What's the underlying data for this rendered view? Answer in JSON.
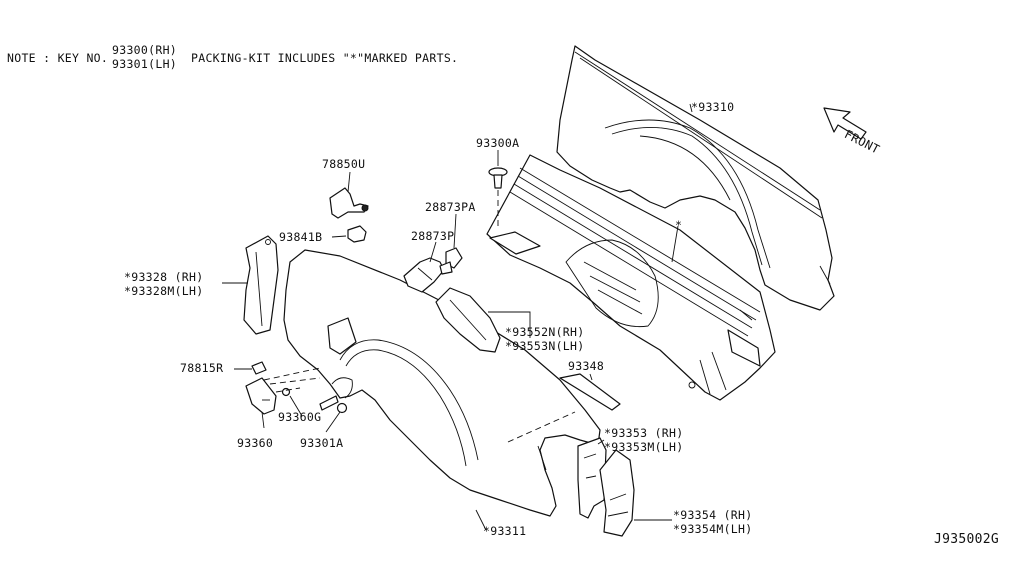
{
  "note": {
    "prefix": "NOTE : KEY NO.",
    "key_rh": "93300(RH)",
    "key_lh": "93301(LH)",
    "suffix": "PACKING-KIT INCLUDES \"*\"MARKED PARTS."
  },
  "front_label": "FRONT",
  "diagram_code": "J935002G",
  "parts": {
    "p93310": "*93310",
    "p93300a": "93300A",
    "p78850u": "78850U",
    "p28873pa": "28873PA",
    "p28873p": "28873P",
    "p93841b": "93841B",
    "p93328_rh": "*93328 (RH)",
    "p93328m_lh": "*93328M(LH)",
    "p93552n_rh": "*93552N(RH)",
    "p93553n_lh": "*93553N(LH)",
    "p78815r": "78815R",
    "p93348": "93348",
    "p93360g": "93360G",
    "p93360": "93360",
    "p93301a": "93301A",
    "p93353_rh": "*93353 (RH)",
    "p93353m_lh": "*93353M(LH)",
    "p93354_rh": "*93354 (RH)",
    "p93354m_lh": "*93354M(LH)",
    "p93311": "*93311",
    "star_marker": "*"
  }
}
